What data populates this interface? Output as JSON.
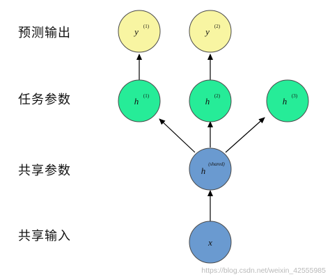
{
  "row_labels": {
    "predict_output": "预测输出",
    "task_params": "任务参数",
    "shared_params": "共享参数",
    "shared_input": "共享输入"
  },
  "nodes": {
    "y1": {
      "base": "y",
      "sup": "(1)"
    },
    "y2": {
      "base": "y",
      "sup": "(2)"
    },
    "h1": {
      "base": "h",
      "sup": "(1)"
    },
    "h2": {
      "base": "h",
      "sup": "(2)"
    },
    "h3": {
      "base": "h",
      "sup": "(3)"
    },
    "hshared": {
      "base": "h",
      "sup": "(shared)"
    },
    "x": {
      "base": "x",
      "sup": ""
    }
  },
  "colors": {
    "output_node_fill": "#f8f5a2",
    "task_node_fill": "#26ec98",
    "shared_node_fill": "#6a9ad0",
    "node_stroke": "#4a4a4a",
    "arrow": "#000000"
  },
  "watermark": "https://blog.csdn.net/weixin_42555985"
}
